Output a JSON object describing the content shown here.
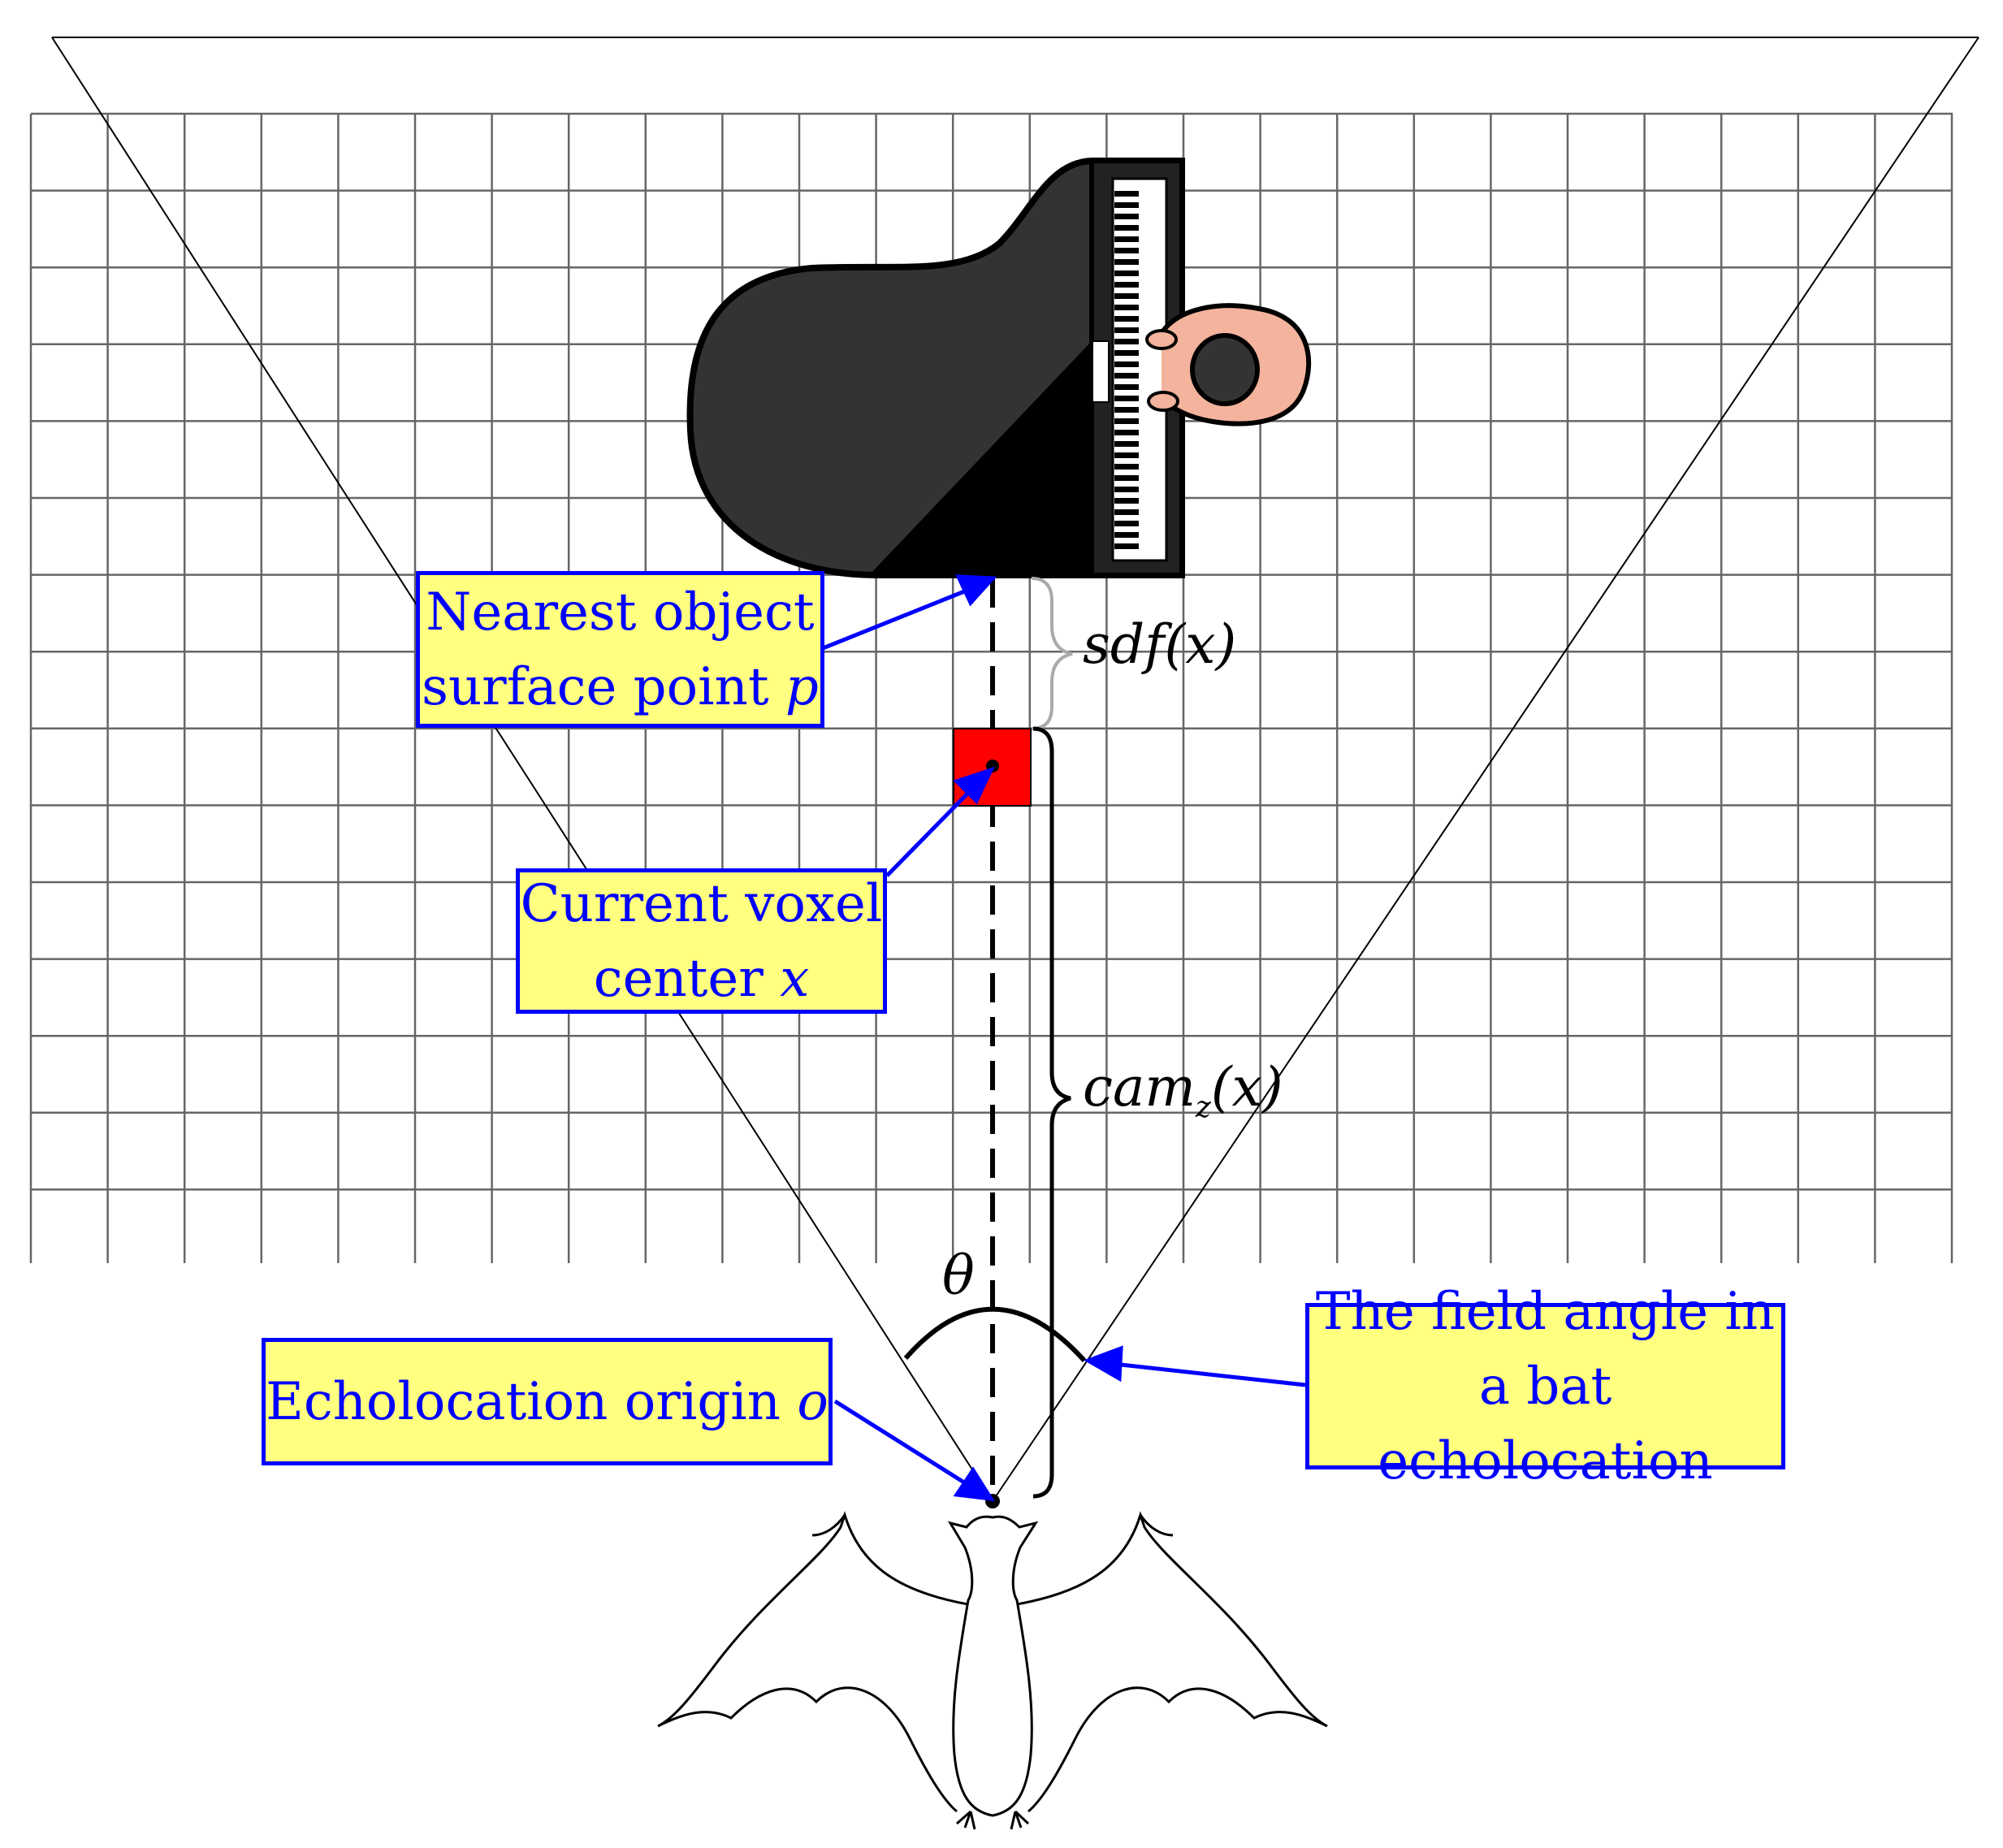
{
  "colors": {
    "label_bg": "#ffff80",
    "label_border": "#0000ff",
    "label_text": "#0000ff",
    "arrow": "#0000ff",
    "voxel": "#ff0000",
    "grid": "#555555"
  },
  "labels": {
    "nearest": {
      "line1": "Nearest object",
      "line2a": "surface point ",
      "line2b": "p"
    },
    "voxel": {
      "line1": "Current voxel",
      "line2a": "center ",
      "line2b": "x"
    },
    "origin": {
      "texta": "Echolocation origin ",
      "textb": "o"
    },
    "field": {
      "line1": "The field angle in",
      "line2": "a bat echolocation"
    }
  },
  "math": {
    "sdf": "sdf(x)",
    "cam_main": "cam",
    "cam_sub": "z",
    "cam_arg": "(x)",
    "theta": "θ"
  },
  "icons": {
    "piano": "grand-piano-icon",
    "pianist": "pianist-icon",
    "bat": "bat-icon"
  }
}
